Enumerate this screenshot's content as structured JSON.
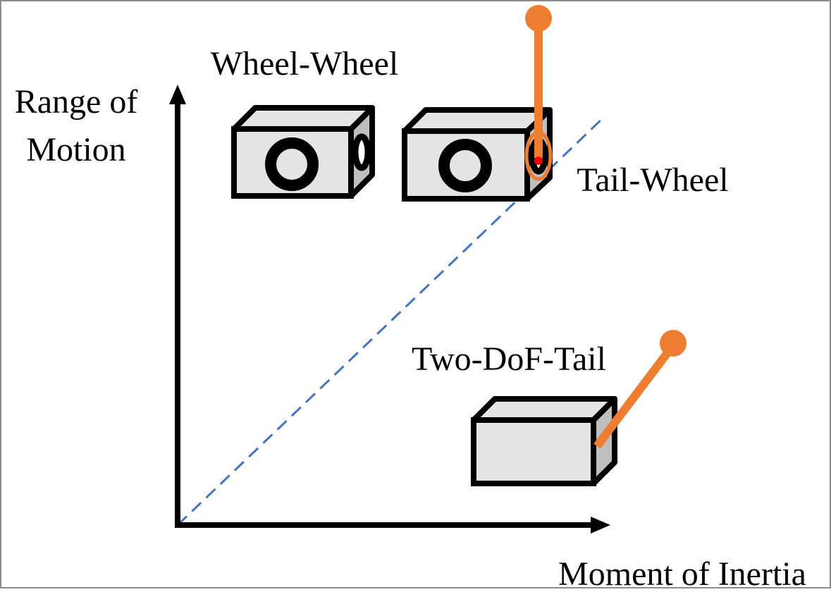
{
  "axes": {
    "y_label_line1": "Range of",
    "y_label_line2": "Motion",
    "x_label": "Moment of Inertia"
  },
  "configurations": {
    "wheel_wheel": "Wheel-Wheel",
    "tail_wheel": "Tail-Wheel",
    "two_dof_tail": "Two-DoF-Tail"
  },
  "colors": {
    "tail": "#ED7D31",
    "divider": "#4472C4",
    "box_face": "#E4E4E4",
    "box_side": "#BFBFBF",
    "pivot": "#FF0000",
    "outline": "#000000"
  }
}
